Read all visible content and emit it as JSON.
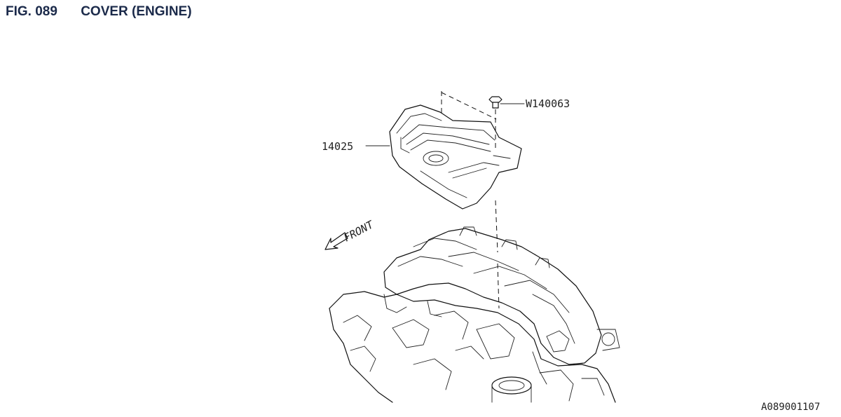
{
  "header": {
    "fig_number": "FIG. 089",
    "fig_title": "COVER (ENGINE)"
  },
  "callouts": {
    "cover": "14025",
    "bolt": "W140063"
  },
  "direction": {
    "label": "FRONT"
  },
  "reference_code": "A089001107"
}
